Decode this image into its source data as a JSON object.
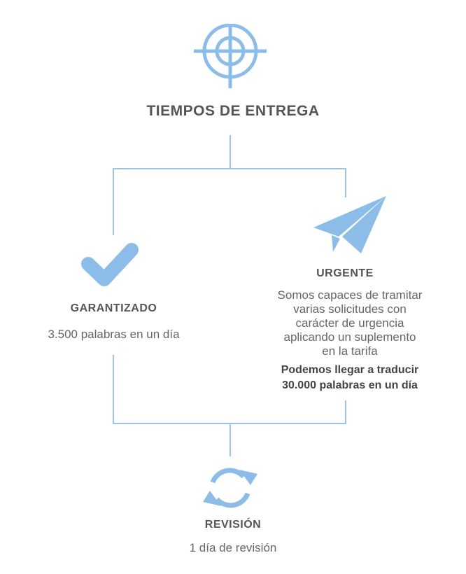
{
  "header": {
    "title": "TIEMPOS DE ENTREGA",
    "icon": "target-icon"
  },
  "guaranteed": {
    "icon": "checkmark-icon",
    "heading": "GARANTIZADO",
    "text": "3.500 palabras en un día"
  },
  "urgent": {
    "icon": "paper-plane-icon",
    "heading": "URGENTE",
    "text_lines": [
      "Somos capaces de tramitar",
      "varias solicitudes con",
      "carácter de urgencia",
      "aplicando un suplemento",
      "en la tarifa"
    ],
    "bold_lines": [
      "Podemos llegar a traducir",
      "30.000 palabras en un día"
    ]
  },
  "revision": {
    "icon": "refresh-icon",
    "heading": "REVISIÓN",
    "text": "1 día de revisión"
  },
  "colors": {
    "accent": "#8bbde8",
    "line": "#9ac3e6",
    "heading_text": "#555555",
    "body_text": "#666666"
  }
}
